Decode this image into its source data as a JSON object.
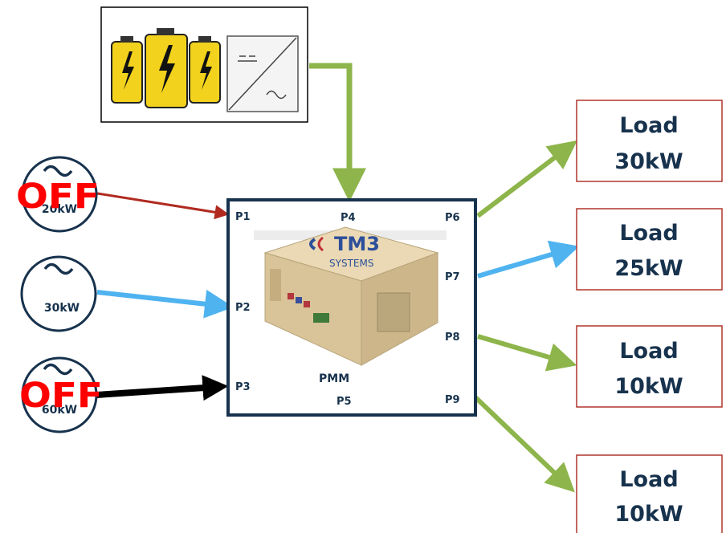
{
  "colors": {
    "green_arrow": "#8db54b",
    "blue_arrow": "#4fb3f0",
    "red_arrow": "#b02a20",
    "black_arrow": "#000000",
    "off_text": "#ff0000",
    "load_border": "#b0352c",
    "pmm_border": "#17324d",
    "circle_border": "#17324d",
    "battery_yellow": "#f2d21c"
  },
  "battery_inverter": {
    "icon": "battery-inverter-icon",
    "dc_symbol": "⎓",
    "ac_symbol": "∼"
  },
  "sources": [
    {
      "power": "20kW",
      "status": "OFF"
    },
    {
      "power": "30kW",
      "status": ""
    },
    {
      "power": "60kW",
      "status": "OFF"
    }
  ],
  "pmm": {
    "label": "PMM",
    "ports": [
      "P1",
      "P2",
      "P3",
      "P4",
      "P5",
      "P6",
      "P7",
      "P8",
      "P9"
    ],
    "brand": "TM3",
    "brand_sub": "SYSTEMS"
  },
  "loads": [
    {
      "title": "Load",
      "value": "30kW"
    },
    {
      "title": "Load",
      "value": "25kW"
    },
    {
      "title": "Load",
      "value": "10kW"
    },
    {
      "title": "Load",
      "value": "10kW"
    }
  ]
}
